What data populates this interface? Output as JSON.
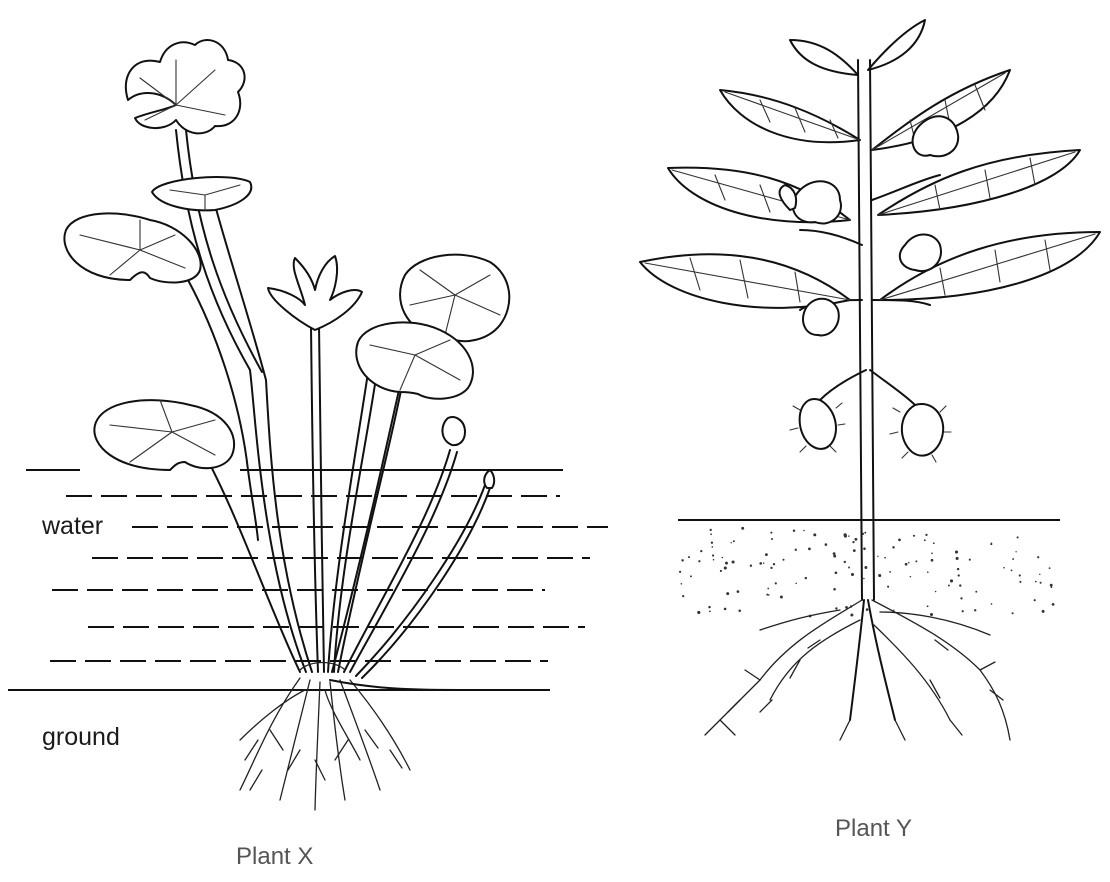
{
  "labels": {
    "water": "water",
    "ground": "ground"
  },
  "captions": {
    "plant_x": "Plant X",
    "plant_y": "Plant Y"
  }
}
